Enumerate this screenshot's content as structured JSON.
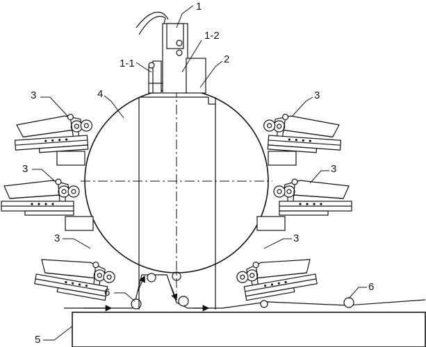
{
  "labels": {
    "l1": "1",
    "l1_2": "1-2",
    "l1_1": "1-1",
    "l2": "2",
    "l3": "3",
    "l4": "4",
    "l5": "5",
    "l6": "6"
  }
}
